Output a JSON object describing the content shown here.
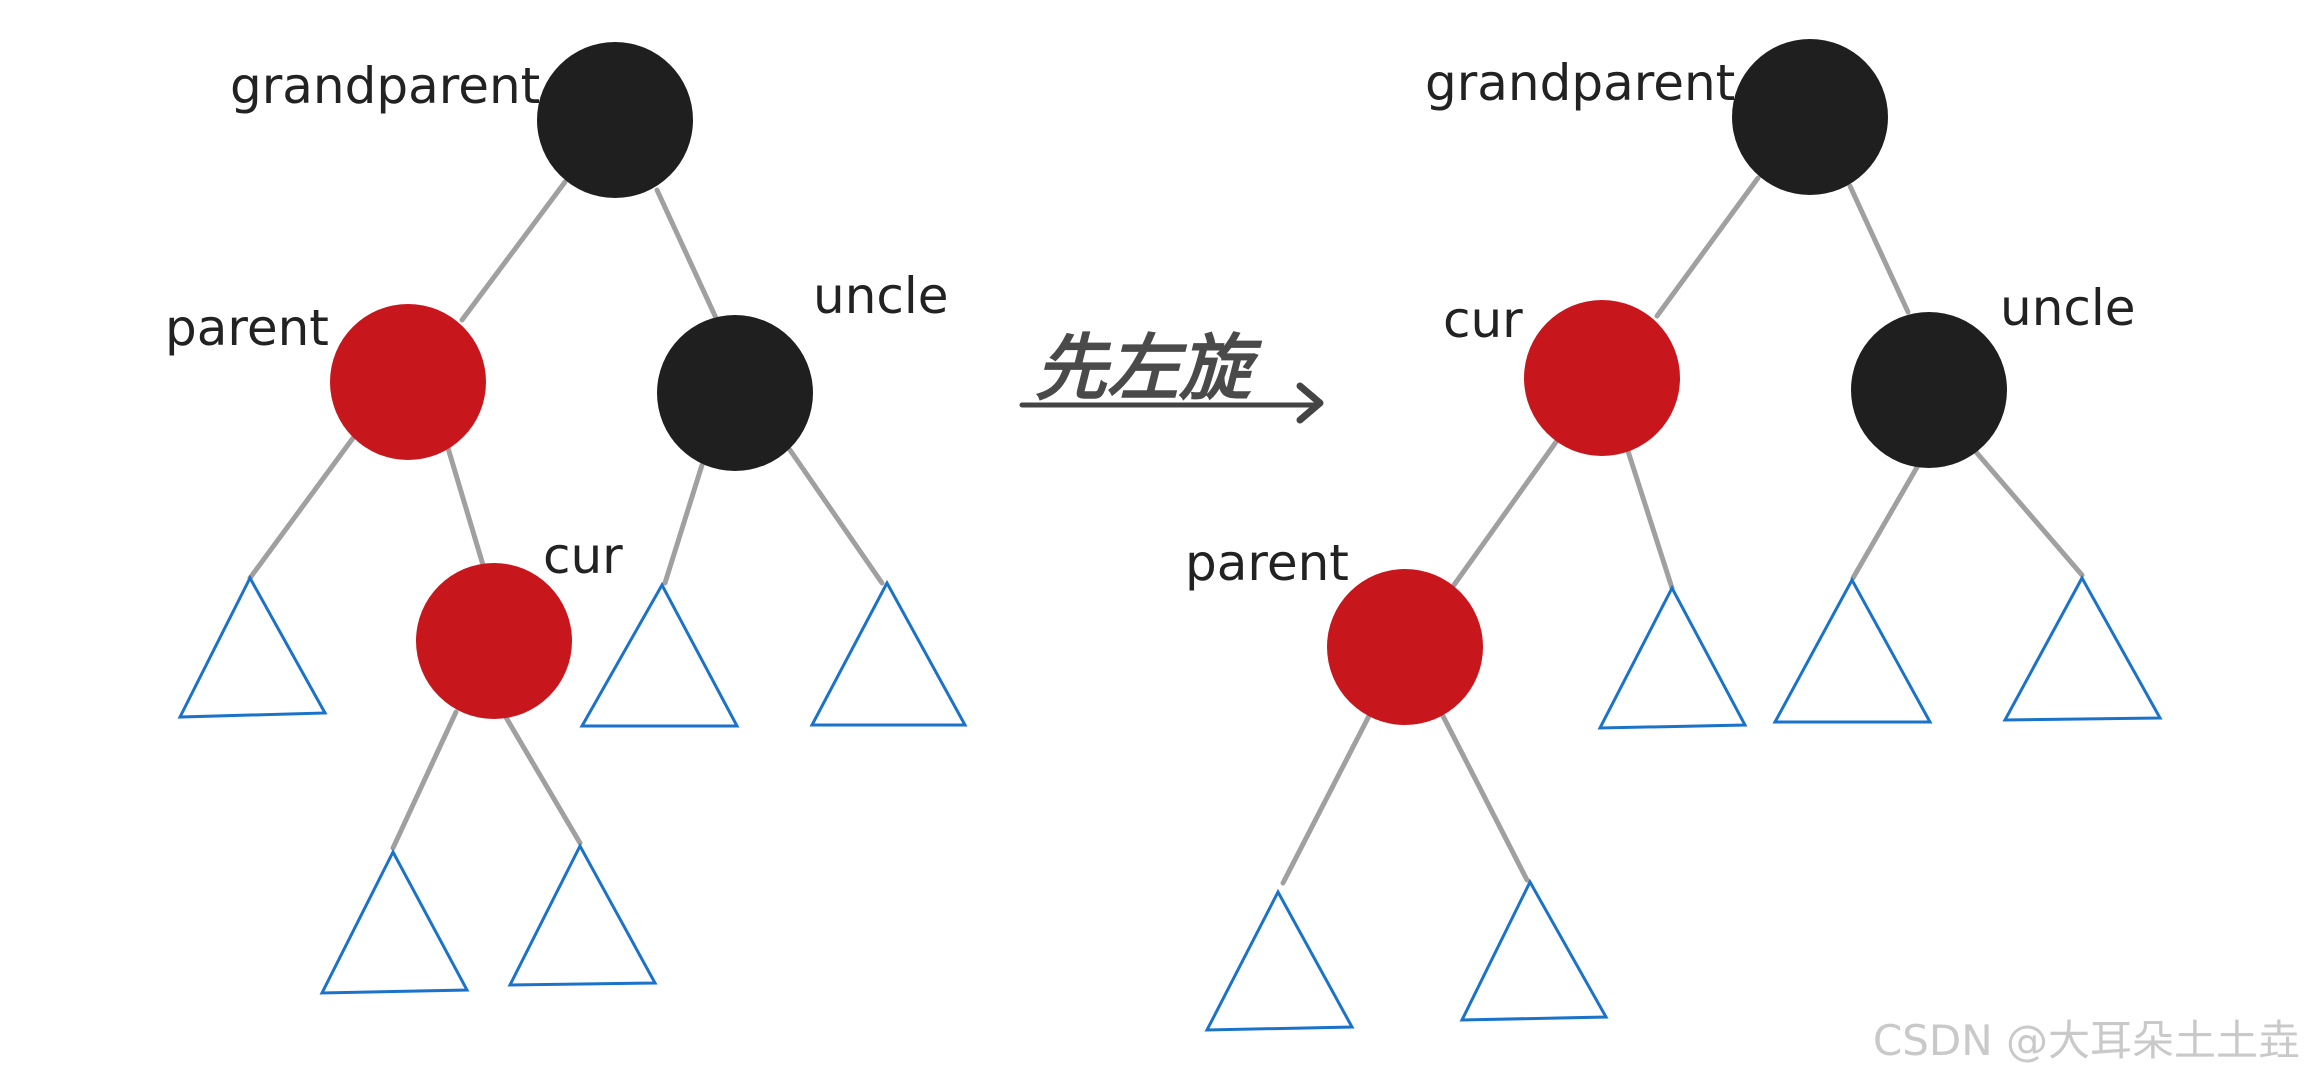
{
  "colors": {
    "red_node": "#c8161d",
    "black_node": "#1f1f1f",
    "subtree_stroke": "#1a73c9",
    "edge": "#a0a0a0",
    "arrow": "#444444"
  },
  "left_tree": {
    "grandparent_label": "grandparent",
    "parent_label": "parent",
    "uncle_label": "uncle",
    "cur_label": "cur"
  },
  "transition": {
    "label": "先左旋"
  },
  "right_tree": {
    "grandparent_label": "grandparent",
    "cur_label": "cur",
    "uncle_label": "uncle",
    "parent_label": "parent"
  },
  "watermark": "CSDN @大耳朵土土垚"
}
